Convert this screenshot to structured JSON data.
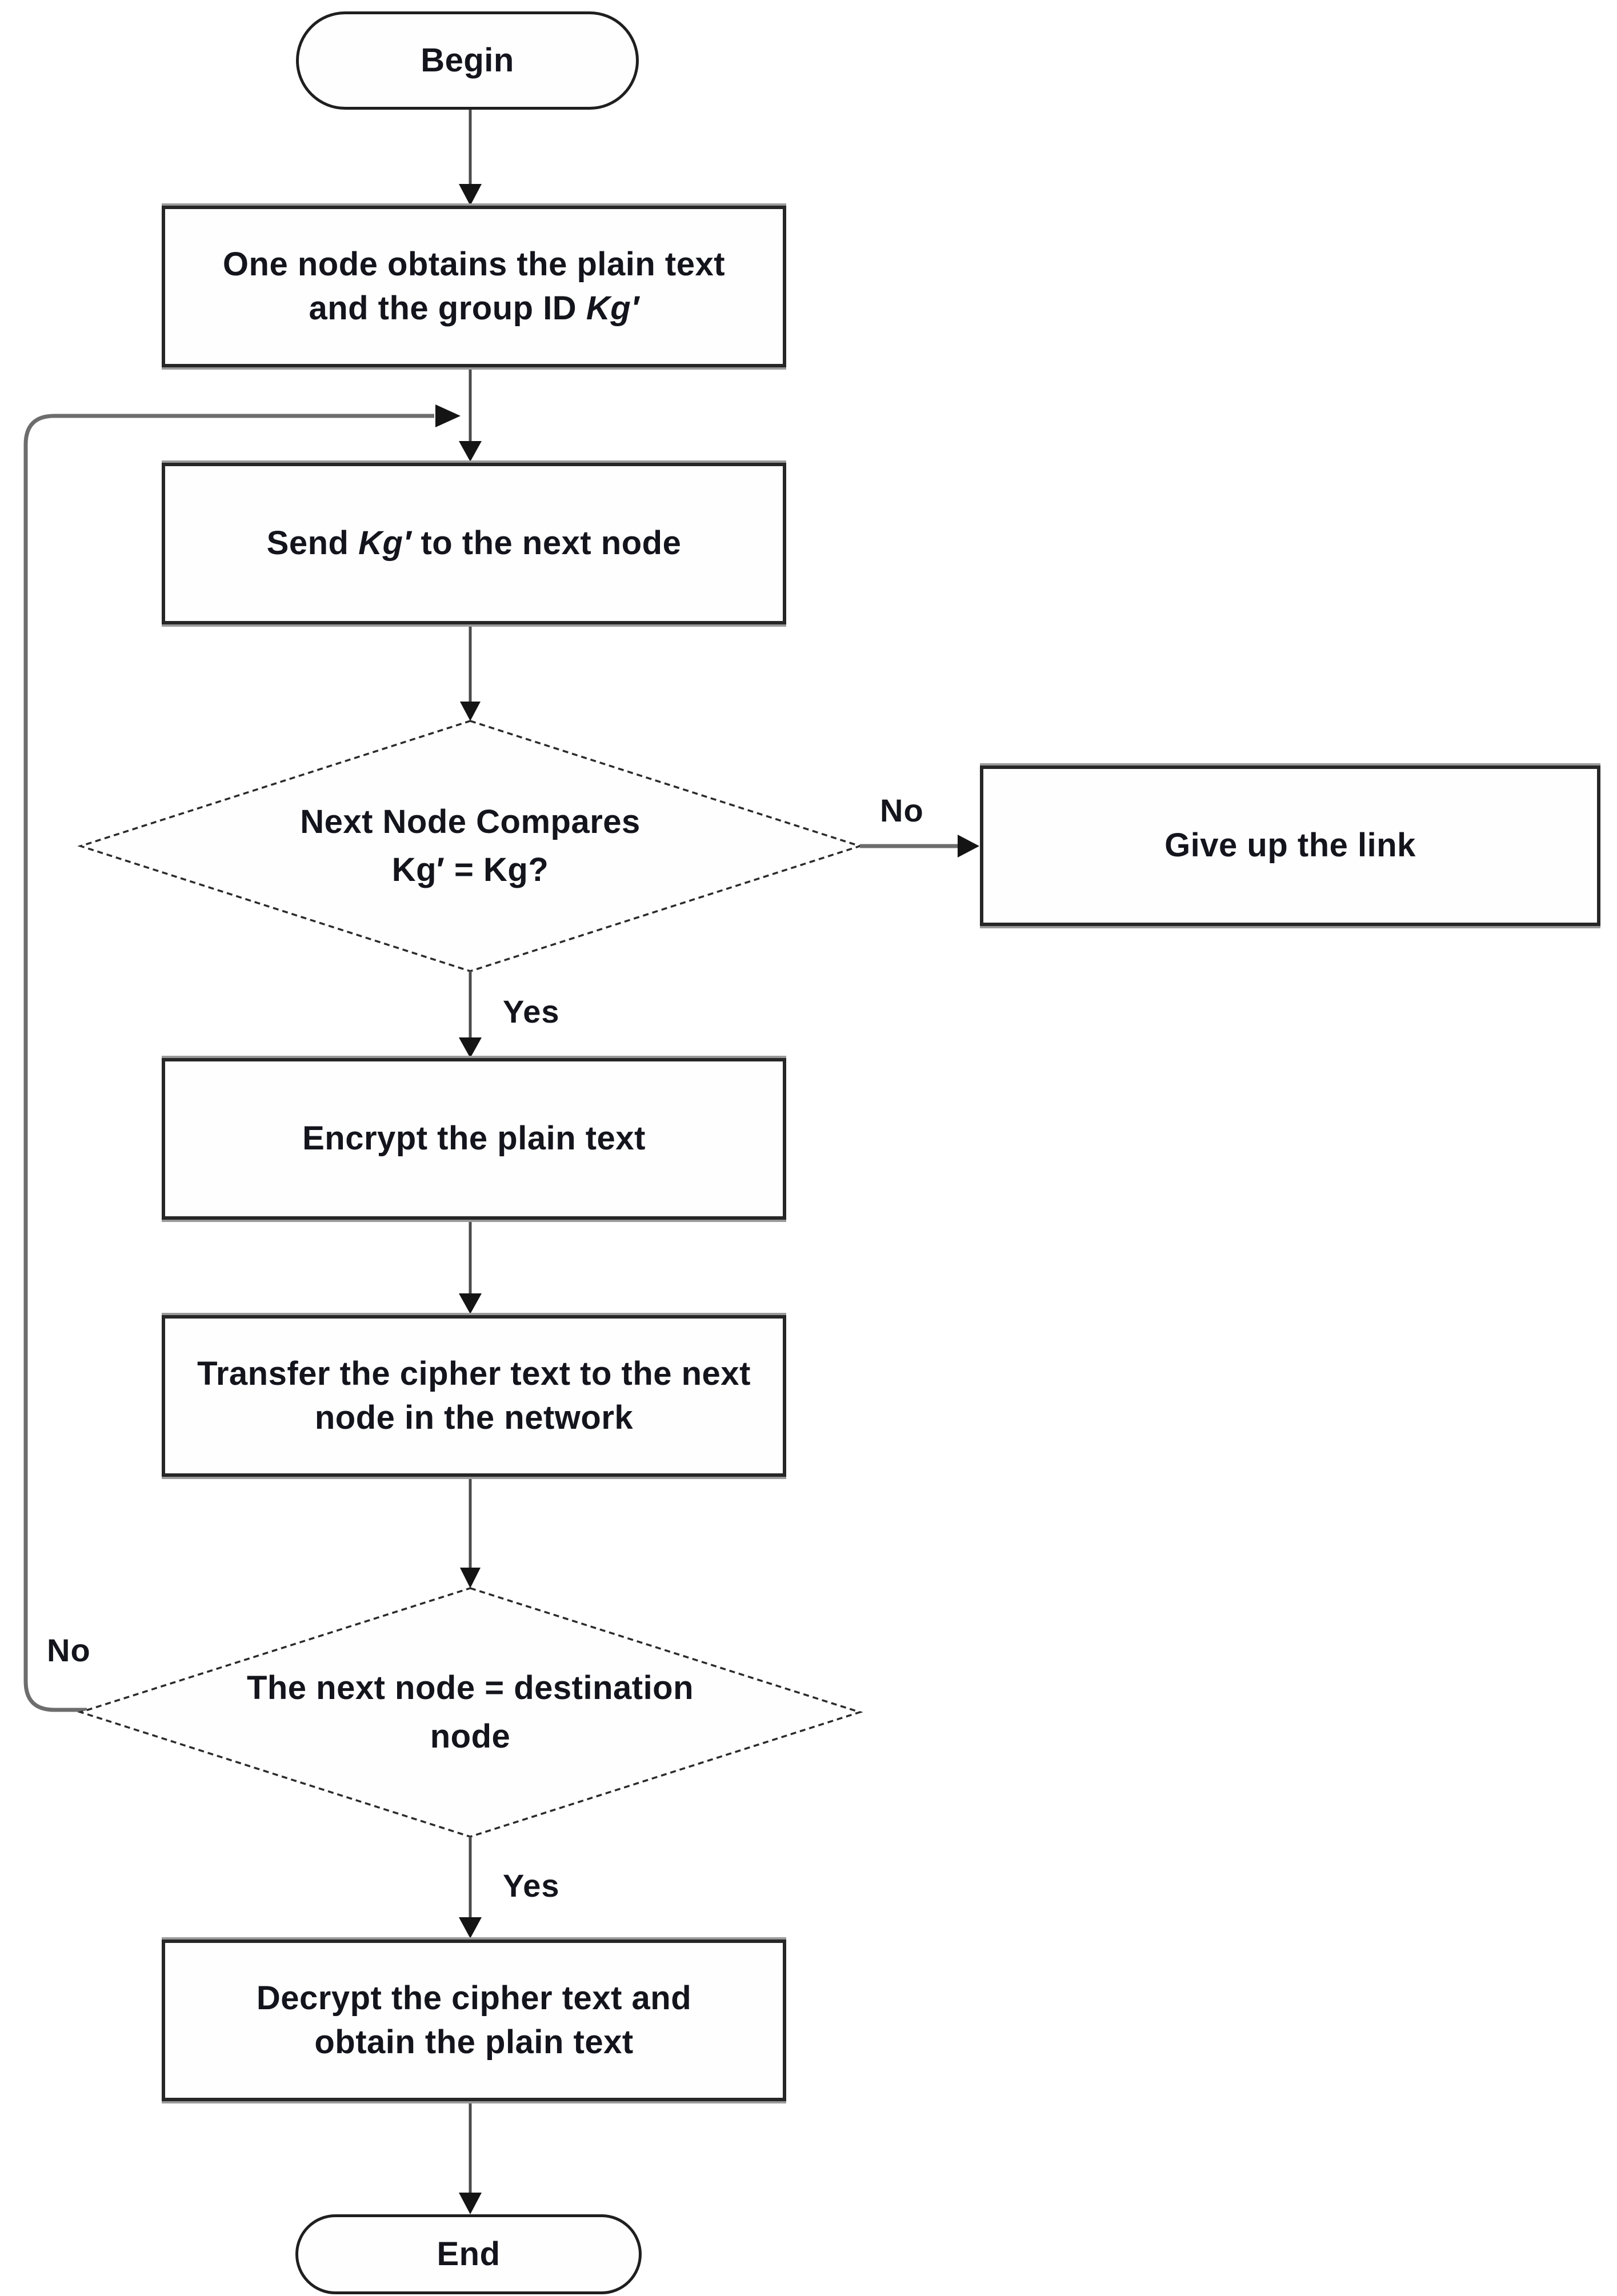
{
  "flowchart": {
    "nodes": {
      "begin": {
        "label": "Begin"
      },
      "obtain": {
        "text_before": "One node obtains the plain text and the group ID ",
        "key_italic": "Kg′"
      },
      "send": {
        "text_before": "Send ",
        "key_italic": "Kg′",
        "text_after": " to the next node"
      },
      "compare_decision": {
        "line1": "Next Node Compares",
        "line2": "Kg′ = Kg?"
      },
      "give_up": {
        "label": "Give up the link"
      },
      "encrypt": {
        "label": "Encrypt the plain text"
      },
      "transfer": {
        "label": "Transfer the cipher text to the next node in the network"
      },
      "destination_decision": {
        "line1": "The next node = destination",
        "line2": "node"
      },
      "decrypt": {
        "label": "Decrypt the cipher text and obtain the plain text"
      },
      "end": {
        "label": "End"
      }
    },
    "edge_labels": {
      "compare_no": "No",
      "compare_yes": "Yes",
      "destination_no": "No",
      "destination_yes": "Yes"
    },
    "colors": {
      "connector": "#4c4c4c",
      "connector_gray": "#6d6d6d",
      "arrowhead": "#141414",
      "shape_border": "#262626",
      "text": "#14141d",
      "background": "#ffffff"
    }
  }
}
